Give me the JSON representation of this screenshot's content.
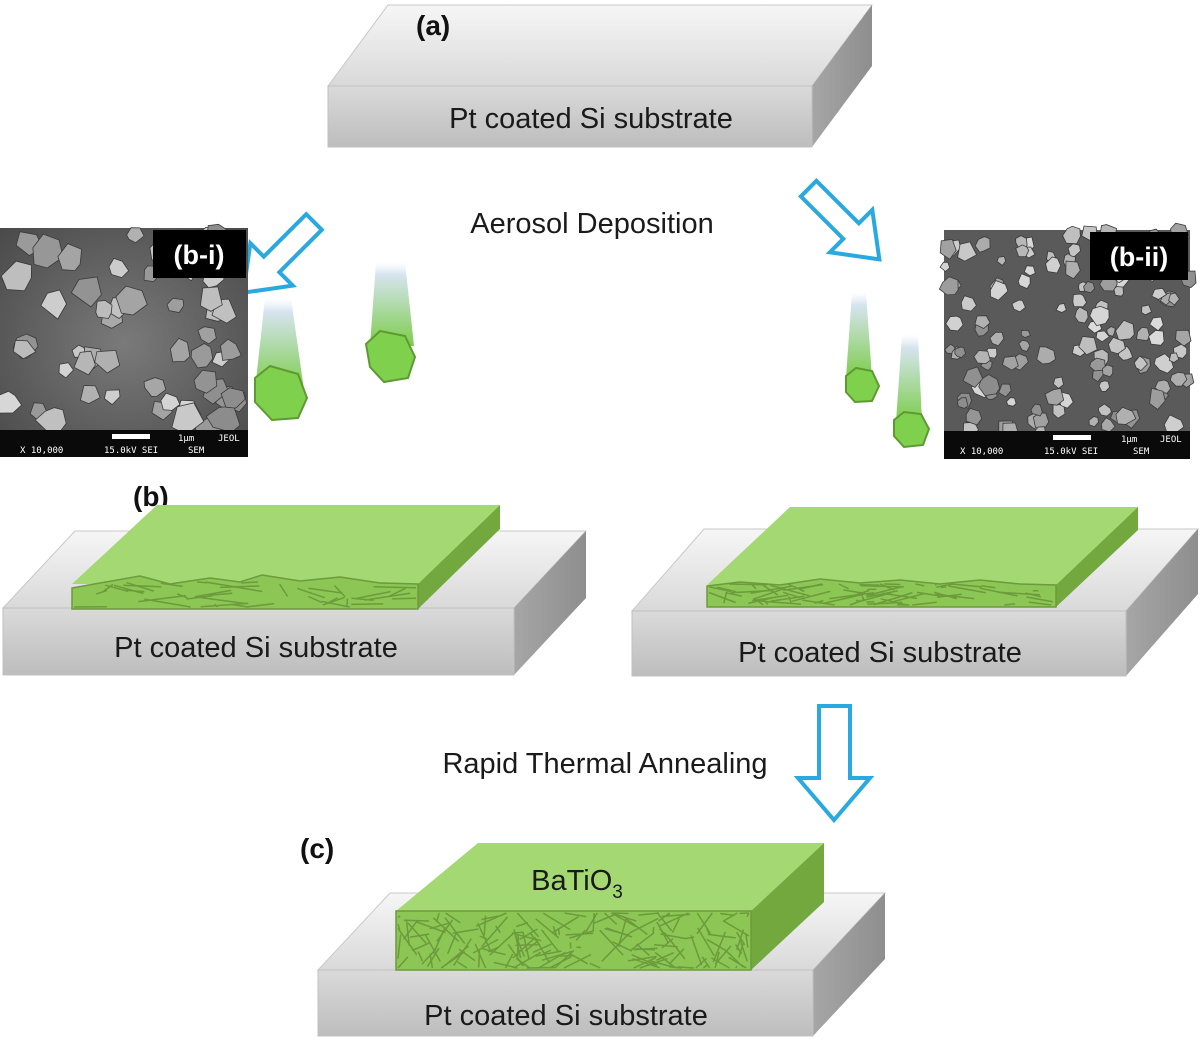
{
  "labels": {
    "panel_a": "(a)",
    "panel_b": "(b)",
    "panel_c": "(c)",
    "sem_left_tag": "(b-i)",
    "sem_right_tag": "(b-ii)",
    "substrate": "Pt coated Si substrate",
    "process_1": "Aerosol Deposition",
    "process_2": "Rapid Thermal Annealing",
    "film_material_base": "BaTiO",
    "film_material_sub": "3"
  },
  "sem_left": {
    "magnification": "X 10,000",
    "voltage": "15.0kV SEI",
    "mode": "SEM",
    "scale": "1μm",
    "brand": "JEOL"
  },
  "sem_right": {
    "magnification": "X 10,000",
    "voltage": "15.0kV SEI",
    "mode": "SEM",
    "scale": "1μm",
    "brand": "JEOL"
  },
  "colors": {
    "film_top": "#a3d873",
    "film_front": "#8cc755",
    "film_side": "#72a83e",
    "grain_line": "#6c9a3c",
    "substrate_front": "#d3d3d3",
    "substrate_top": "#e6e6e6",
    "arrow": "#2aa8e0"
  }
}
